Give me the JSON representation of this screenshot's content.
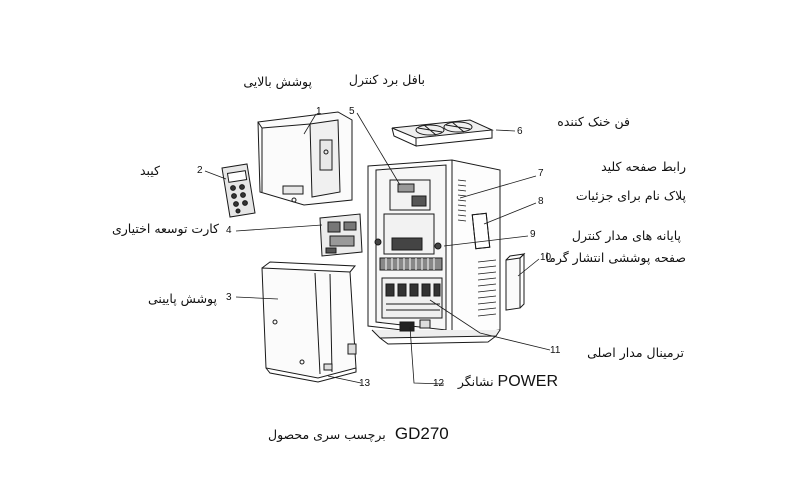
{
  "parts": [
    {
      "number": "1",
      "label": "پوشش بالایی"
    },
    {
      "number": "2",
      "label": "کیبد"
    },
    {
      "number": "3",
      "label": "پوشش پایینی"
    },
    {
      "number": "4",
      "label": "کارت توسعه اختیاری"
    },
    {
      "number": "5",
      "label": "بافل برد کنترل"
    },
    {
      "number": "6",
      "label": "فن خنک کننده"
    },
    {
      "number": "7",
      "label": "رابط صفحه کلید"
    },
    {
      "number": "8",
      "label": "پلاک نام برای جزئیات"
    },
    {
      "number": "9",
      "label": "پایانه های مدار کنترل"
    },
    {
      "number": "10",
      "label": "صفحه پوششی انتشار گرما"
    },
    {
      "number": "11",
      "label": "ترمینال مدار اصلی"
    },
    {
      "number": "12",
      "label": "نشانگر",
      "label_en": "POWER"
    },
    {
      "number": "13",
      "label": ""
    }
  ],
  "caption": {
    "text": "برچسب سری محصول",
    "model": "GD270"
  }
}
